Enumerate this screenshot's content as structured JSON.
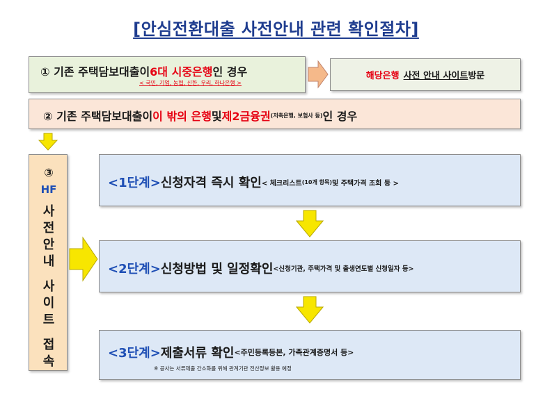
{
  "title": "[안심전환대출 사전안내 관련 확인절차]",
  "box1": {
    "lead": "① 기존 주택담보대출이 ",
    "highlight": "6대 시중은행",
    "tail": "인 경우",
    "banks": "< 국민, 기업, 농협, 신한, 우리, 하나은행 >"
  },
  "box1_right": {
    "highlight": "해당은행",
    "link": "사전 안내 사이트",
    "tail": " 방문"
  },
  "box2": {
    "lead": "② 기존 주택담보대출이 ",
    "highlight1": "이 밖의 은행",
    "middle": " 및 ",
    "highlight2": "제2금융권",
    "note": "(저축은행, 보험사 등)",
    "tail": " 인 경우"
  },
  "side": {
    "num": "③",
    "org": "HF",
    "chars": [
      "사",
      "전",
      "안",
      "내",
      "",
      "사",
      "이",
      "트",
      "",
      "접",
      "속"
    ]
  },
  "steps": [
    {
      "tag": "<1단계>",
      "main": " 신청자격 즉시 확인",
      "sub": " < 체크리스트",
      "subsmall": "(10개 항목)",
      "subtail": " 및 주택가격 조회 등 >"
    },
    {
      "tag": "<2단계>",
      "main": " 신청방법 및 일정확인",
      "sub": " <신청기관, 주택가격 및 출생연도별 신청일자 등>",
      "subsmall": "",
      "subtail": ""
    },
    {
      "tag": "<3단계>",
      "main": " 제출서류 확인",
      "sub": " <주민등록등본, 가족관계증명서 등>",
      "subsmall": "",
      "subtail": ""
    }
  ],
  "step3_note": "※ 공사는 서류제출 간소화를 위해 관계기관 전산정보 활용 예정",
  "colors": {
    "title": "#1f3d8f",
    "red": "#e60012",
    "green_box": "#e9f2dc",
    "peach_box": "#fbe6d8",
    "blue_box": "#dde8f6",
    "arrow_yellow": "#f7e600",
    "arrow_orange": "#f5b98a"
  }
}
